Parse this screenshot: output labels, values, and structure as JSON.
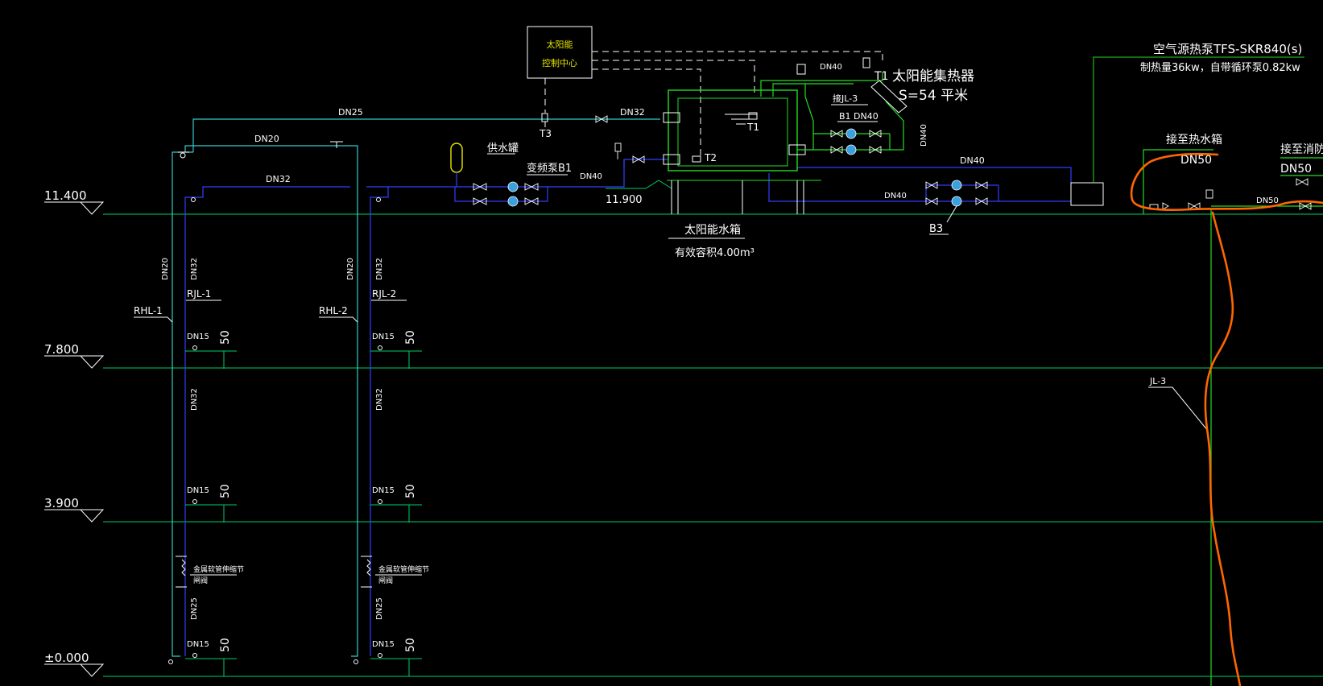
{
  "colors": {
    "background": "#000000",
    "floor_line": "#00cc66",
    "cyan_pipe": "#33cccc",
    "blue_pipe": "#2f3fff",
    "green_pipe": "#22dd22",
    "white": "#ffffff",
    "yellow": "#e6e600",
    "orange_markup": "#ff6600",
    "pump_fill": "#3aa0e0"
  },
  "elevations": [
    "11.400",
    "7.800",
    "3.900",
    "±0.000"
  ],
  "control_center": {
    "line1": "太阳能",
    "line2": "控制中心"
  },
  "sizes": {
    "dn25": "DN25",
    "dn20": "DN20",
    "dn32": "DN32",
    "dn40": "DN40",
    "dn15": "DN15",
    "dn50": "DN50",
    "dn40_alt": "DN40",
    "dn25v": "DN25",
    "dn32v": "DN32",
    "dn20v": "DN20"
  },
  "sensors": {
    "t1": "T1",
    "t2": "T2",
    "t3": "T3",
    "t1b": "T1"
  },
  "labels": {
    "supply_tank": "供水罐",
    "vfd_pump": "变频泵B1",
    "elev_11900": "11.900",
    "solar_tank": "太阳能水箱",
    "tank_volume": "有效容积4.00m³",
    "collector_title": "太阳能集热器",
    "collector_area": "S=54 平米",
    "jl3_conn": "接JL-3",
    "b1_dn40": "B1 DN40",
    "heat_pump_model": "空气源热泵TFS-SKR840(s)",
    "heat_pump_spec": "制热量36kw，自带循环泵0.82kw",
    "to_hot_tank": "接至热水箱",
    "to_fire": "接至消防",
    "b3": "B3",
    "rhl1": "RHL-1",
    "rjl1": "RJL-1",
    "rhl2": "RHL-2",
    "rjl2": "RJL-2",
    "jl3": "JL-3",
    "fifty": "50",
    "metal_hose": "金属软管伸缩节",
    "gate_valve": "闸阀"
  }
}
